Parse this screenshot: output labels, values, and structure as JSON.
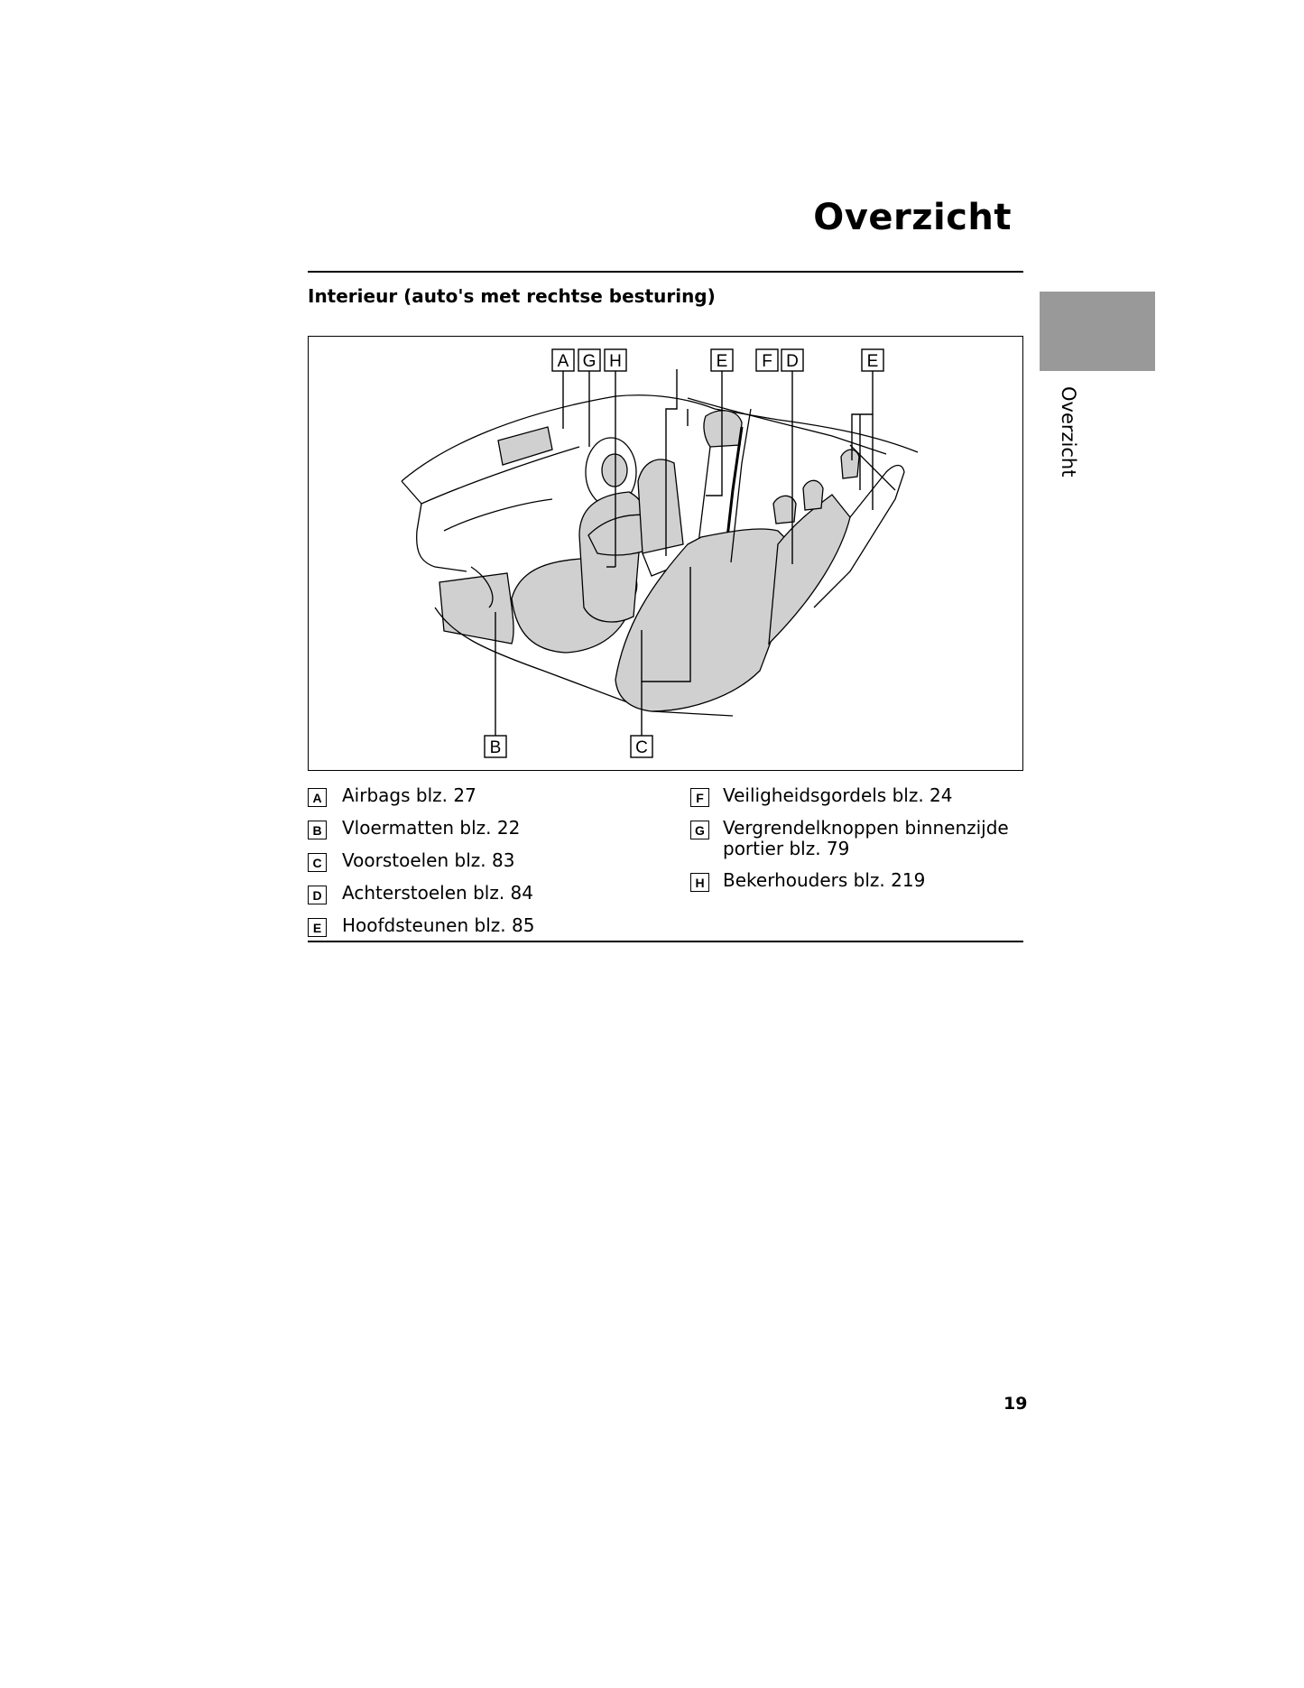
{
  "page": {
    "title": "Overzicht",
    "section_heading": "Interieur (auto's met rechtse besturing)",
    "side_tab_label": "Overzicht",
    "page_number": "19"
  },
  "figure": {
    "top_callouts": [
      "A",
      "G",
      "H",
      "E",
      "F",
      "D",
      "E"
    ],
    "bottom_callouts": [
      "B",
      "C"
    ]
  },
  "legend_left": [
    {
      "key": "A",
      "text": "Airbags blz. 27"
    },
    {
      "key": "B",
      "text": "Vloermatten blz. 22"
    },
    {
      "key": "C",
      "text": "Voorstoelen blz. 83"
    },
    {
      "key": "D",
      "text": "Achterstoelen blz. 84"
    },
    {
      "key": "E",
      "text": "Hoofdsteunen blz. 85"
    }
  ],
  "legend_right": [
    {
      "key": "F",
      "text": "Veiligheidsgordels blz. 24"
    },
    {
      "key": "G",
      "text": "Vergrendelknoppen binnenzijde portier blz. 79"
    },
    {
      "key": "H",
      "text": "Bekerhouders blz. 219"
    }
  ],
  "colors": {
    "side_tab": "#999999",
    "fill": "#d0d0d0"
  }
}
